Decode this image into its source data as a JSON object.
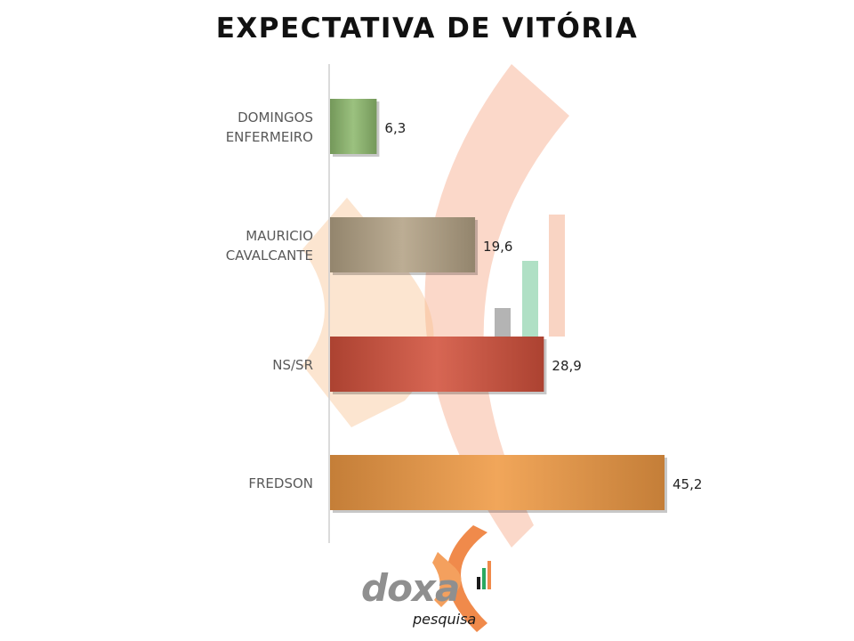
{
  "chart_data": {
    "type": "bar",
    "orientation": "horizontal",
    "title": "EXPECTATIVA DE VITÓRIA",
    "categories": [
      [
        "DOMINGOS",
        "ENFERMEIRO"
      ],
      [
        "MAURICIO",
        "CAVALCANTE"
      ],
      [
        "NS/SR"
      ],
      [
        "FREDSON"
      ]
    ],
    "values": [
      6.3,
      19.6,
      28.9,
      45.2
    ],
    "value_labels": [
      "6,3",
      "19,6",
      "28,9",
      "45,2"
    ],
    "bar_colors": [
      "#8db96e",
      "#b3a285",
      "#d2513c",
      "#ef9a44"
    ],
    "xlim": [
      0,
      45.2
    ],
    "grid": false,
    "legend": "none"
  },
  "brand": {
    "name": "doxa",
    "tagline": "pesquisa",
    "colors": {
      "accent": "#f08a4b",
      "gray": "#8f8f8f",
      "green": "#2aa860"
    }
  }
}
